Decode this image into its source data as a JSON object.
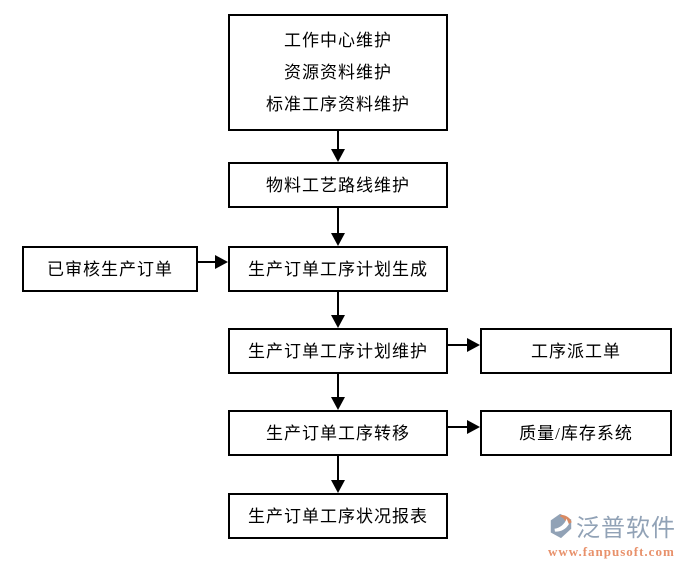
{
  "diagram": {
    "nodes": {
      "master_data": {
        "line1": "工作中心维护",
        "line2": "资源资料维护",
        "line3": "标准工序资料维护"
      },
      "routing": {
        "label": "物料工艺路线维护"
      },
      "approved_order": {
        "label": "已审核生产订单"
      },
      "plan_generate": {
        "label": "生产订单工序计划生成"
      },
      "plan_maintain": {
        "label": "生产订单工序计划维护"
      },
      "dispatch_order": {
        "label": "工序派工单"
      },
      "transfer": {
        "label": "生产订单工序转移"
      },
      "quality_inventory": {
        "label": "质量/库存系统"
      },
      "status_report": {
        "label": "生产订单工序状况报表"
      }
    },
    "colors": {
      "line": "#000000",
      "text": "#000000",
      "background": "#ffffff"
    }
  },
  "watermark": {
    "brand": "泛普软件",
    "url": "www.fanpusoft.com",
    "brand_color": "#91a2b6",
    "url_color": "#e8916b",
    "icon_blue": "#91a2b6",
    "icon_orange": "#d98a62"
  }
}
